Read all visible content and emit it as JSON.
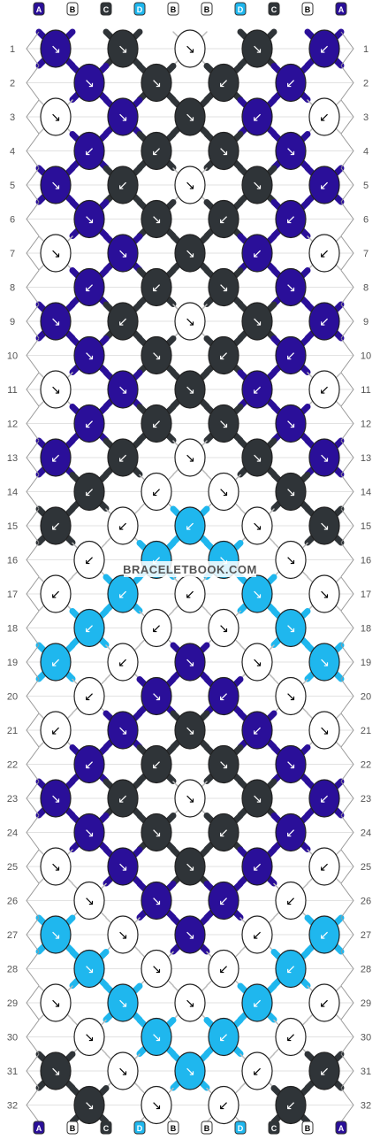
{
  "site_watermark": "BRACELETBOOK.COM",
  "colors": {
    "A": "#2a0f99",
    "B": "#ffffff",
    "C": "#2f3438",
    "D": "#1fb7ee"
  },
  "top_strands": [
    "A",
    "B",
    "C",
    "D",
    "B",
    "B",
    "D",
    "C",
    "B",
    "A"
  ],
  "bottom_strands": [
    "A",
    "B",
    "C",
    "D",
    "B",
    "B",
    "D",
    "C",
    "B",
    "A"
  ],
  "row_numbers": [
    "1",
    "2",
    "3",
    "4",
    "5",
    "6",
    "7",
    "8",
    "9",
    "10",
    "11",
    "12",
    "13",
    "14",
    "15",
    "16",
    "17",
    "18",
    "19",
    "20",
    "21",
    "22",
    "23",
    "24",
    "25",
    "26",
    "27",
    "28",
    "29",
    "30",
    "31",
    "32"
  ],
  "knot_rows": [
    [
      [
        "A",
        "↘"
      ],
      [
        "C",
        "↘"
      ],
      [
        "B",
        "↘"
      ],
      [
        "C",
        "↘"
      ],
      [
        "A",
        "↙"
      ]
    ],
    [
      [
        "A",
        "↘"
      ],
      [
        "C",
        "↘"
      ],
      [
        "C",
        "↙"
      ],
      [
        "A",
        "↙"
      ]
    ],
    [
      [
        "B",
        "↘"
      ],
      [
        "A",
        "↘"
      ],
      [
        "C",
        "↘"
      ],
      [
        "A",
        "↙"
      ],
      [
        "B",
        "↙"
      ]
    ],
    [
      [
        "A",
        "↙"
      ],
      [
        "C",
        "↙"
      ],
      [
        "C",
        "↘"
      ],
      [
        "A",
        "↘"
      ]
    ],
    [
      [
        "A",
        "↘"
      ],
      [
        "C",
        "↙"
      ],
      [
        "B",
        "↘"
      ],
      [
        "C",
        "↘"
      ],
      [
        "A",
        "↙"
      ]
    ],
    [
      [
        "A",
        "↘"
      ],
      [
        "C",
        "↘"
      ],
      [
        "C",
        "↙"
      ],
      [
        "A",
        "↙"
      ]
    ],
    [
      [
        "B",
        "↘"
      ],
      [
        "A",
        "↘"
      ],
      [
        "C",
        "↘"
      ],
      [
        "A",
        "↙"
      ],
      [
        "B",
        "↙"
      ]
    ],
    [
      [
        "A",
        "↙"
      ],
      [
        "C",
        "↙"
      ],
      [
        "C",
        "↘"
      ],
      [
        "A",
        "↘"
      ]
    ],
    [
      [
        "A",
        "↘"
      ],
      [
        "C",
        "↙"
      ],
      [
        "B",
        "↘"
      ],
      [
        "C",
        "↘"
      ],
      [
        "A",
        "↙"
      ]
    ],
    [
      [
        "A",
        "↘"
      ],
      [
        "C",
        "↘"
      ],
      [
        "C",
        "↙"
      ],
      [
        "A",
        "↙"
      ]
    ],
    [
      [
        "B",
        "↘"
      ],
      [
        "A",
        "↘"
      ],
      [
        "C",
        "↘"
      ],
      [
        "A",
        "↙"
      ],
      [
        "B",
        "↙"
      ]
    ],
    [
      [
        "A",
        "↙"
      ],
      [
        "C",
        "↙"
      ],
      [
        "C",
        "↘"
      ],
      [
        "A",
        "↘"
      ]
    ],
    [
      [
        "A",
        "↙"
      ],
      [
        "C",
        "↙"
      ],
      [
        "B",
        "↘"
      ],
      [
        "C",
        "↘"
      ],
      [
        "A",
        "↘"
      ]
    ],
    [
      [
        "C",
        "↙"
      ],
      [
        "B",
        "↙"
      ],
      [
        "B",
        "↘"
      ],
      [
        "C",
        "↘"
      ]
    ],
    [
      [
        "C",
        "↙"
      ],
      [
        "B",
        "↙"
      ],
      [
        "D",
        "↙"
      ],
      [
        "B",
        "↘"
      ],
      [
        "C",
        "↘"
      ]
    ],
    [
      [
        "B",
        "↙"
      ],
      [
        "D",
        "↙"
      ],
      [
        "D",
        "↘"
      ],
      [
        "B",
        "↘"
      ]
    ],
    [
      [
        "B",
        "↙"
      ],
      [
        "D",
        "↙"
      ],
      [
        "B",
        "↙"
      ],
      [
        "D",
        "↘"
      ],
      [
        "B",
        "↘"
      ]
    ],
    [
      [
        "D",
        "↙"
      ],
      [
        "B",
        "↙"
      ],
      [
        "B",
        "↘"
      ],
      [
        "D",
        "↘"
      ]
    ],
    [
      [
        "D",
        "↙"
      ],
      [
        "B",
        "↙"
      ],
      [
        "A",
        "↘"
      ],
      [
        "B",
        "↘"
      ],
      [
        "D",
        "↘"
      ]
    ],
    [
      [
        "B",
        "↙"
      ],
      [
        "A",
        "↘"
      ],
      [
        "A",
        "↙"
      ],
      [
        "B",
        "↘"
      ]
    ],
    [
      [
        "B",
        "↙"
      ],
      [
        "A",
        "↘"
      ],
      [
        "C",
        "↘"
      ],
      [
        "A",
        "↙"
      ],
      [
        "B",
        "↘"
      ]
    ],
    [
      [
        "A",
        "↙"
      ],
      [
        "C",
        "↙"
      ],
      [
        "C",
        "↘"
      ],
      [
        "A",
        "↘"
      ]
    ],
    [
      [
        "A",
        "↘"
      ],
      [
        "C",
        "↙"
      ],
      [
        "B",
        "↘"
      ],
      [
        "C",
        "↘"
      ],
      [
        "A",
        "↙"
      ]
    ],
    [
      [
        "A",
        "↘"
      ],
      [
        "C",
        "↘"
      ],
      [
        "C",
        "↙"
      ],
      [
        "A",
        "↙"
      ]
    ],
    [
      [
        "B",
        "↘"
      ],
      [
        "A",
        "↘"
      ],
      [
        "C",
        "↘"
      ],
      [
        "A",
        "↙"
      ],
      [
        "B",
        "↙"
      ]
    ],
    [
      [
        "B",
        "↘"
      ],
      [
        "A",
        "↘"
      ],
      [
        "A",
        "↙"
      ],
      [
        "B",
        "↙"
      ]
    ],
    [
      [
        "D",
        "↘"
      ],
      [
        "B",
        "↘"
      ],
      [
        "A",
        "↘"
      ],
      [
        "B",
        "↙"
      ],
      [
        "D",
        "↙"
      ]
    ],
    [
      [
        "D",
        "↘"
      ],
      [
        "B",
        "↘"
      ],
      [
        "B",
        "↙"
      ],
      [
        "D",
        "↙"
      ]
    ],
    [
      [
        "B",
        "↘"
      ],
      [
        "D",
        "↘"
      ],
      [
        "B",
        "↘"
      ],
      [
        "D",
        "↙"
      ],
      [
        "B",
        "↙"
      ]
    ],
    [
      [
        "B",
        "↘"
      ],
      [
        "D",
        "↘"
      ],
      [
        "D",
        "↙"
      ],
      [
        "B",
        "↙"
      ]
    ],
    [
      [
        "C",
        "↘"
      ],
      [
        "B",
        "↘"
      ],
      [
        "D",
        "↘"
      ],
      [
        "B",
        "↙"
      ],
      [
        "C",
        "↙"
      ]
    ],
    [
      [
        "C",
        "↘"
      ],
      [
        "B",
        "↘"
      ],
      [
        "B",
        "↙"
      ],
      [
        "C",
        "↙"
      ]
    ]
  ]
}
